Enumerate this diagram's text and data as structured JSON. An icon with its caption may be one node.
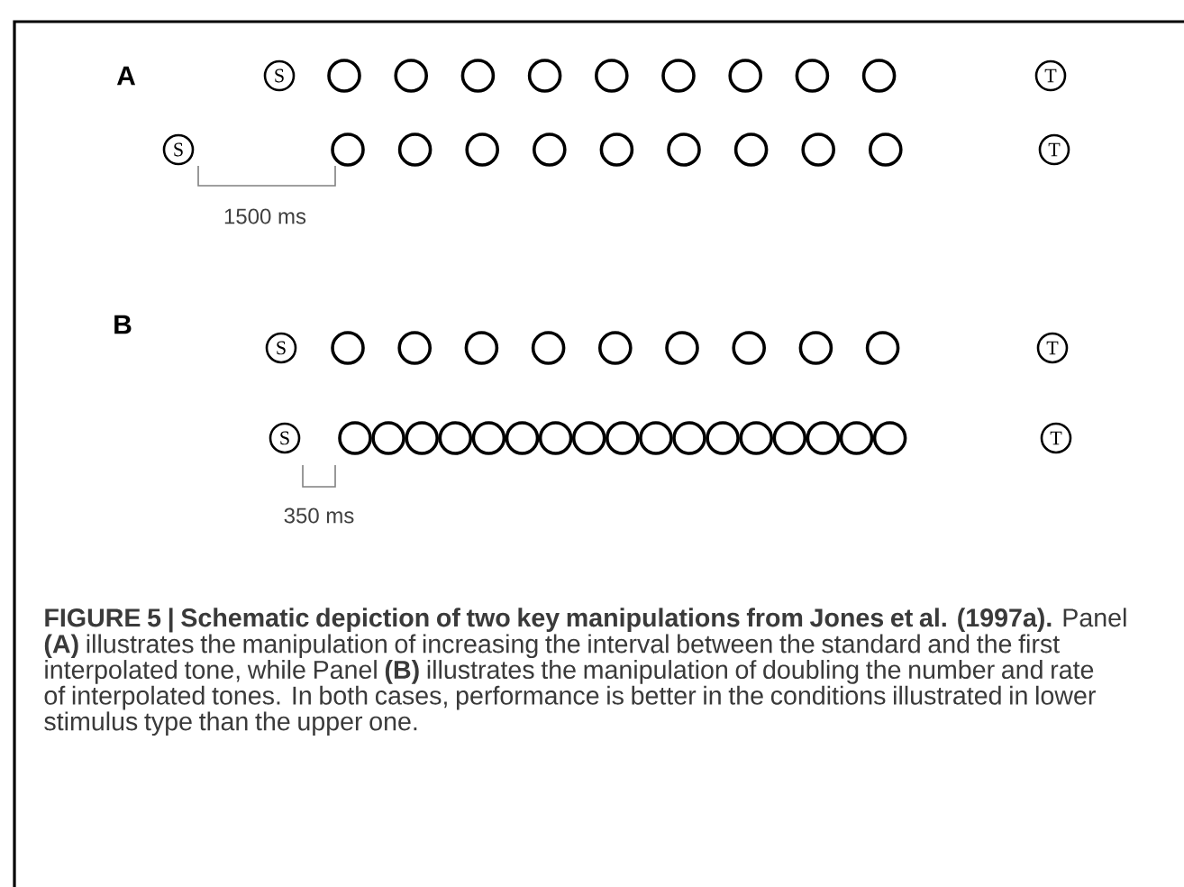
{
  "diagram": {
    "caption": "**FIGURE 5 | Schematic depiction of two key manipulations from Jones et al. (1997a).** Panel **(A)** illustrates the manipulation of increasing the interval between the standard and the first interpolated tone, while Panel **(B)** illustrates the manipulation of doubling the number and rate of interpolated tones. In both cases, performance is better in the conditions illustrated in lower stimulus type than the upper one.",
    "nodes": [
      {
        "text": [
          "S"
        ]
      },
      {
        "text": [],
        "shape": "circle"
      },
      {
        "text": [],
        "shape": "circle"
      },
      {
        "text": [],
        "shape": "circle"
      },
      {
        "text": [],
        "shape": "circle"
      },
      {
        "text": [],
        "shape": "circle"
      },
      {
        "text": [],
        "shape": "circle"
      },
      {
        "text": [],
        "shape": "circle"
      },
      {
        "text": [],
        "shape": "circle"
      },
      {
        "text": [],
        "shape": "circle"
      },
      {
        "text": [
          "T"
        ]
      },
      {
        "text": [
          "S"
        ]
      },
      {
        "text": [],
        "shape": "circle"
      },
      {
        "text": [],
        "shape": "circle"
      },
      {
        "text": [],
        "shape": "circle"
      },
      {
        "text": [],
        "shape": "circle"
      },
      {
        "text": [],
        "shape": "circle"
      },
      {
        "text": [],
        "shape": "circle"
      },
      {
        "text": [],
        "shape": "circle"
      },
      {
        "text": [],
        "shape": "circle"
      },
      {
        "text": [],
        "shape": "circle"
      },
      {
        "text": [
          "T"
        ]
      },
      {
        "text": [
          "S"
        ]
      },
      {
        "text": [],
        "shape": "circle"
      },
      {
        "text": [],
        "shape": "circle"
      },
      {
        "text": [],
        "shape": "circle"
      },
      {
        "text": [],
        "shape": "circle"
      },
      {
        "text": [],
        "shape": "circle"
      },
      {
        "text": [],
        "shape": "circle"
      },
      {
        "text": [],
        "shape": "circle"
      },
      {
        "text": [],
        "shape": "circle"
      },
      {
        "text": [],
        "shape": "circle"
      },
      {
        "text": [
          "T"
        ]
      },
      {
        "text": [
          "S"
        ]
      },
      {
        "text": [],
        "shape": "circle"
      },
      {
        "text": [],
        "shape": "circle"
      },
      {
        "text": [],
        "shape": "circle"
      },
      {
        "text": [],
        "shape": "circle"
      },
      {
        "text": [],
        "shape": "circle"
      },
      {
        "text": [],
        "shape": "circle"
      },
      {
        "text": [],
        "shape": "circle"
      },
      {
        "text": [],
        "shape": "circle"
      },
      {
        "text": [],
        "shape": "circle"
      },
      {
        "text": [],
        "shape": "circle"
      },
      {
        "text": [],
        "shape": "circle"
      },
      {
        "text": [],
        "shape": "circle"
      },
      {
        "text": [],
        "shape": "circle"
      },
      {
        "text": [],
        "shape": "circle"
      },
      {
        "text": [],
        "shape": "circle"
      },
      {
        "text": [],
        "shape": "circle"
      },
      {
        "text": [],
        "shape": "circle"
      },
      {
        "text": [
          "T"
        ]
      }
    ],
    "labels": [
      "A",
      "1500 ms",
      "B",
      "350 ms"
    ]
  }
}
